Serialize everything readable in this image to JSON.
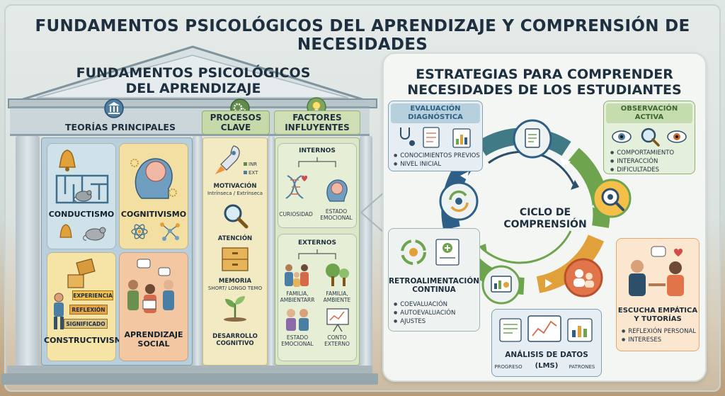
{
  "title": "FUNDAMENTOS PSICOLÓGICOS DEL APRENDIZAJE Y COMPRENSIÓN DE NECESIDADES",
  "left": {
    "title_line1": "FUNDAMENTOS PSICOLÓGICOS",
    "title_line2": "DEL APRENDIZAJE",
    "theories": {
      "header": "TEORÍAS PRINCIPALES",
      "conductismo": "CONDUCTISMO",
      "cognitivismo": "COGNITIVISMO",
      "constructivismo": "CONSTRUCTIVISMO",
      "constructivismo_steps": [
        "EXPERIENCIA",
        "REFLEXIÓN",
        "SIGNIFICADO"
      ],
      "aprendizaje_social_1": "APRENDIZAJE",
      "aprendizaje_social_2": "SOCIAL"
    },
    "processes": {
      "header_1": "PROCESOS",
      "header_2": "CLAVE",
      "inr": "INR",
      "ext": "EXT",
      "motivacion": "MOTIVACIÓN",
      "motivacion_sub": "Intrínseca / Extrínseca",
      "atencion": "ATENCIÓN",
      "memoria": "MEMORIA",
      "memoria_sub": "SHORT/ LONGO TEMO",
      "desarrollo_1": "DESARROLLO",
      "desarrollo_2": "COGNITIVO"
    },
    "factors": {
      "header_1": "FACTORES",
      "header_2": "INFLUYENTES",
      "internos": "INTERNOS",
      "curiosidad": "CURIOSIDAD",
      "estado_emocional_1": "ESTADO",
      "estado_emocional_2": "EMOCIONAL",
      "externos": "EXTERNOS",
      "familia_a_1": "FAMILIA,",
      "familia_a_2": "AMBIENTARR",
      "familia_b_1": "FAMILIA,",
      "familia_b_2": "AMBIENTE",
      "estado_b_1": "ESTADO",
      "estado_b_2": "EMOCIONAL",
      "contexto_1": "CONTO",
      "contexto_2": "EXTERNO"
    }
  },
  "right": {
    "title_line1": "ESTRATEGIAS PARA COMPRENDER",
    "title_line2": "NECESIDADES DE LOS ESTUDIANTES",
    "cycle_1": "CICLO DE",
    "cycle_2": "COMPRENSIÓN",
    "diagnostica": {
      "head_1": "EVALUACIÓN",
      "head_2": "DIAGNÓSTICA",
      "items": [
        "CONOCIMIENTOS PREVIOS",
        "NIVEL INICIAL"
      ]
    },
    "observacion": {
      "head_1": "OBSERVACIÓN",
      "head_2": "ACTIVA",
      "items": [
        "COMPORTAMIENTO",
        "INTERACCIÓN",
        "DIFICULTADES"
      ]
    },
    "retro": {
      "head_1": "RETROALIMENTACIÓN",
      "head_2": "CONTINUA",
      "items": [
        "COEVALUACIÓN",
        "AUTOEVALUACIÓN",
        "AJUSTES"
      ]
    },
    "escucha": {
      "head_1": "ESCUCHA EMPÁTICA",
      "head_2": "Y TUTORÍAS",
      "items": [
        "REFLEXIÓN PERSONAL",
        "INTERESES"
      ]
    },
    "analisis": {
      "head_1": "ANÁLISIS DE DATOS",
      "head_2": "(LMS)",
      "left": "PROGRESO",
      "right": "PATRONES"
    }
  }
}
